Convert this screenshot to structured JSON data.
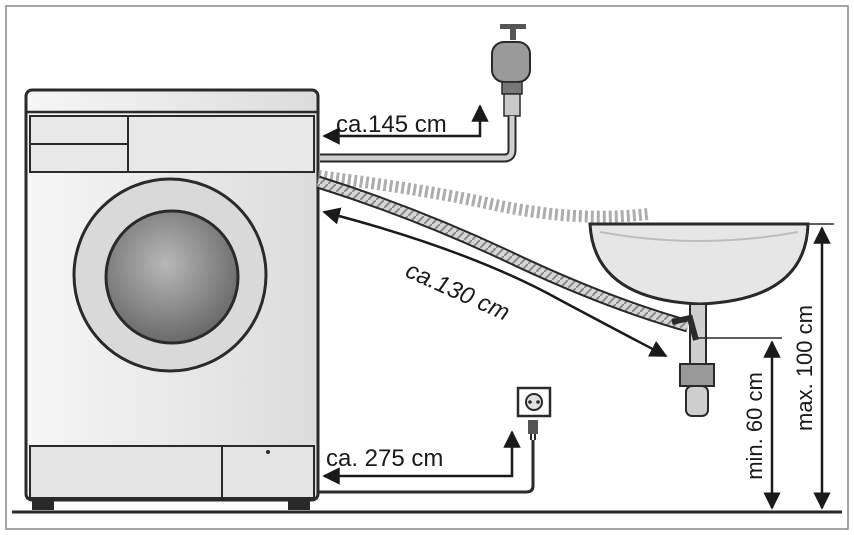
{
  "labels": {
    "inlet_hose": "ca.145 cm",
    "drain_hose": "ca.130 cm",
    "power_cable": "ca. 275 cm",
    "min_height": "min. 60 cm",
    "max_height": "max. 100 cm"
  },
  "colors": {
    "outline": "#2a2a2a",
    "machine_fill": "#eeeeee",
    "hose_fill": "#cfcfcf",
    "frame_border": "#888888"
  },
  "icons": {
    "tap": "water-tap-icon",
    "socket": "power-socket-icon",
    "sink": "sink-basin-icon"
  }
}
